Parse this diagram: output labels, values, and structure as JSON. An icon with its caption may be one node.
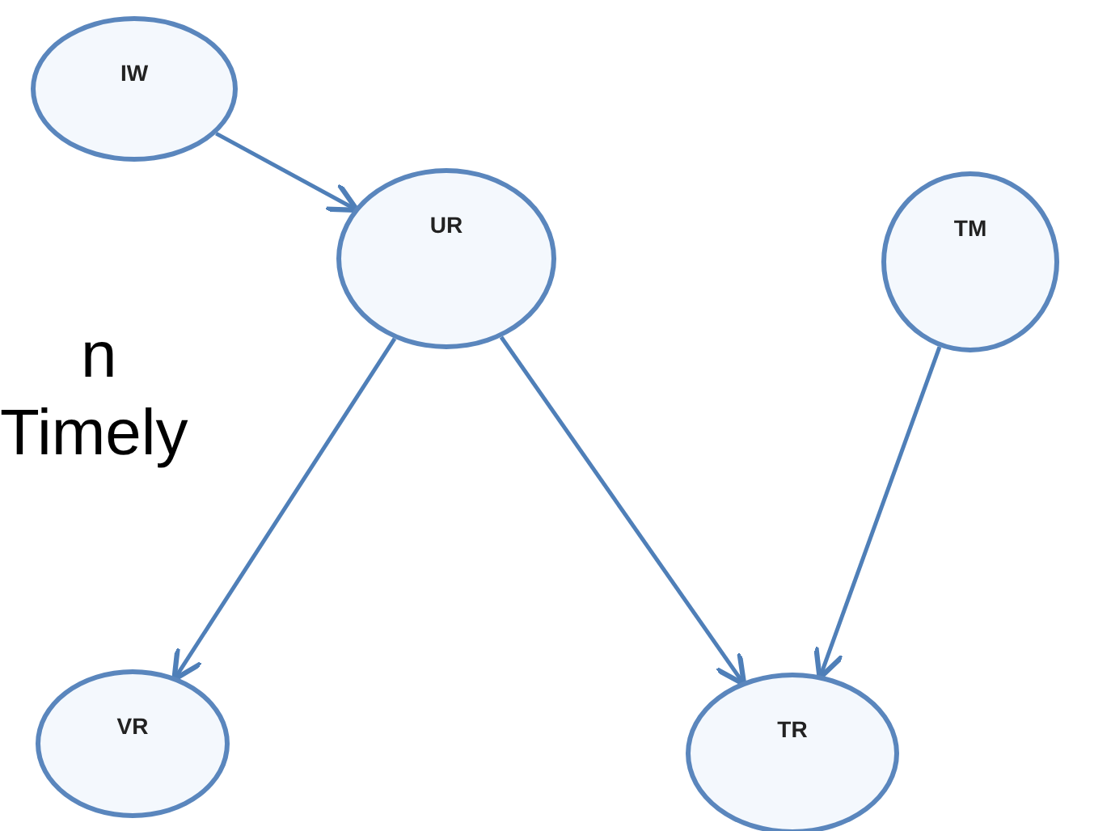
{
  "diagram": {
    "nodes": [
      {
        "text": [
          "IW"
        ]
      },
      {
        "text": [
          "UR"
        ]
      },
      {
        "text": [
          "TM"
        ]
      },
      {
        "text": [
          "VR"
        ]
      },
      {
        "text": [
          "TR"
        ]
      }
    ],
    "edges": [
      {
        "from": 0,
        "to": 1,
        "arrow": "to"
      },
      {
        "from": 1,
        "to": 3,
        "arrow": "to"
      },
      {
        "from": 1,
        "to": 4,
        "arrow": "to"
      },
      {
        "from": 2,
        "to": 4,
        "arrow": "to"
      }
    ],
    "labels": [
      "n",
      "Timely"
    ]
  }
}
